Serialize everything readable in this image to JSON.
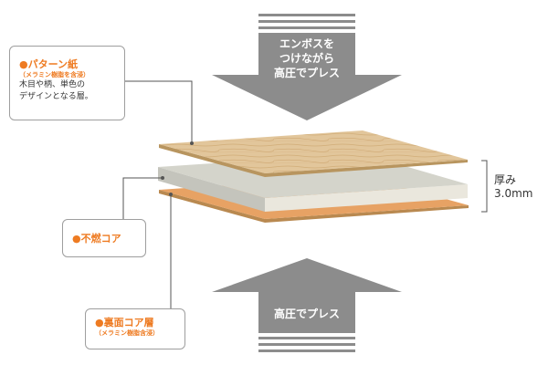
{
  "colors": {
    "accent": "#ee7b22",
    "arrow": "#8c8c8c",
    "line": "#666666",
    "wood": "#e2c69b",
    "core": "#d7d7cf",
    "backing": "#e7a264"
  },
  "callouts": {
    "pattern_paper": {
      "title": "●パターン紙",
      "subtitle": "（メラミン樹脂を含浸）",
      "desc_line1": "木目や柄、単色の",
      "desc_line2": "デザインとなる層。"
    },
    "core": {
      "title": "●不燃コア"
    },
    "back_core": {
      "title": "●裏面コア層",
      "subtitle": "（メラミン樹脂含浸）"
    }
  },
  "arrows": {
    "top": {
      "line1": "エンボスを",
      "line2": "つけながら",
      "line3": "高圧でプレス"
    },
    "bottom": {
      "line1": "高圧でプレス"
    }
  },
  "thickness": {
    "line1": "厚み",
    "line2": "3.0mm"
  }
}
